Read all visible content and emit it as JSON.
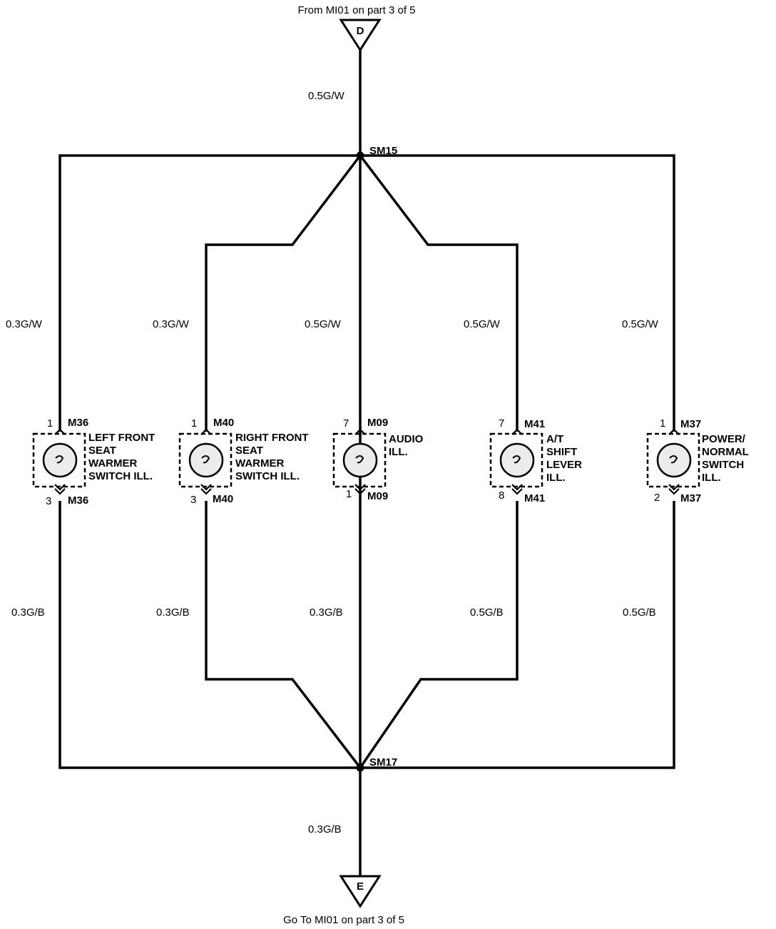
{
  "top_connector": {
    "letter": "D",
    "caption": "From MI01 on part 3 of 5"
  },
  "bottom_connector": {
    "letter": "E",
    "caption": "Go To MI01 on part 3 of 5"
  },
  "main_wire_top": "0.5G/W",
  "main_wire_bottom": "0.3G/B",
  "top_splice": "SM15",
  "bottom_splice": "SM17",
  "branches": [
    {
      "wire_top": "0.3G/W",
      "wire_bottom": "0.3G/B",
      "connector": "M36",
      "pin_top": "1",
      "pin_bottom": "3",
      "label": [
        "LEFT FRONT",
        "SEAT",
        "WARMER",
        "SWITCH ILL."
      ]
    },
    {
      "wire_top": "0.3G/W",
      "wire_bottom": "0.3G/B",
      "connector": "M40",
      "pin_top": "1",
      "pin_bottom": "3",
      "label": [
        "RIGHT FRONT",
        "SEAT",
        "WARMER",
        "SWITCH ILL."
      ]
    },
    {
      "wire_top": "0.5G/W",
      "wire_bottom": "0.3G/B",
      "connector": "M09",
      "pin_top": "7",
      "pin_bottom": "1",
      "label": [
        "AUDIO",
        "ILL."
      ]
    },
    {
      "wire_top": "0.5G/W",
      "wire_bottom": "0.5G/B",
      "connector": "M41",
      "pin_top": "7",
      "pin_bottom": "8",
      "label": [
        "A/T",
        "SHIFT",
        "LEVER",
        "ILL."
      ]
    },
    {
      "wire_top": "0.5G/W",
      "wire_bottom": "0.5G/B",
      "connector": "M37",
      "pin_top": "1",
      "pin_bottom": "2",
      "label": [
        "POWER/",
        "NORMAL",
        "SWITCH",
        "ILL."
      ]
    }
  ]
}
